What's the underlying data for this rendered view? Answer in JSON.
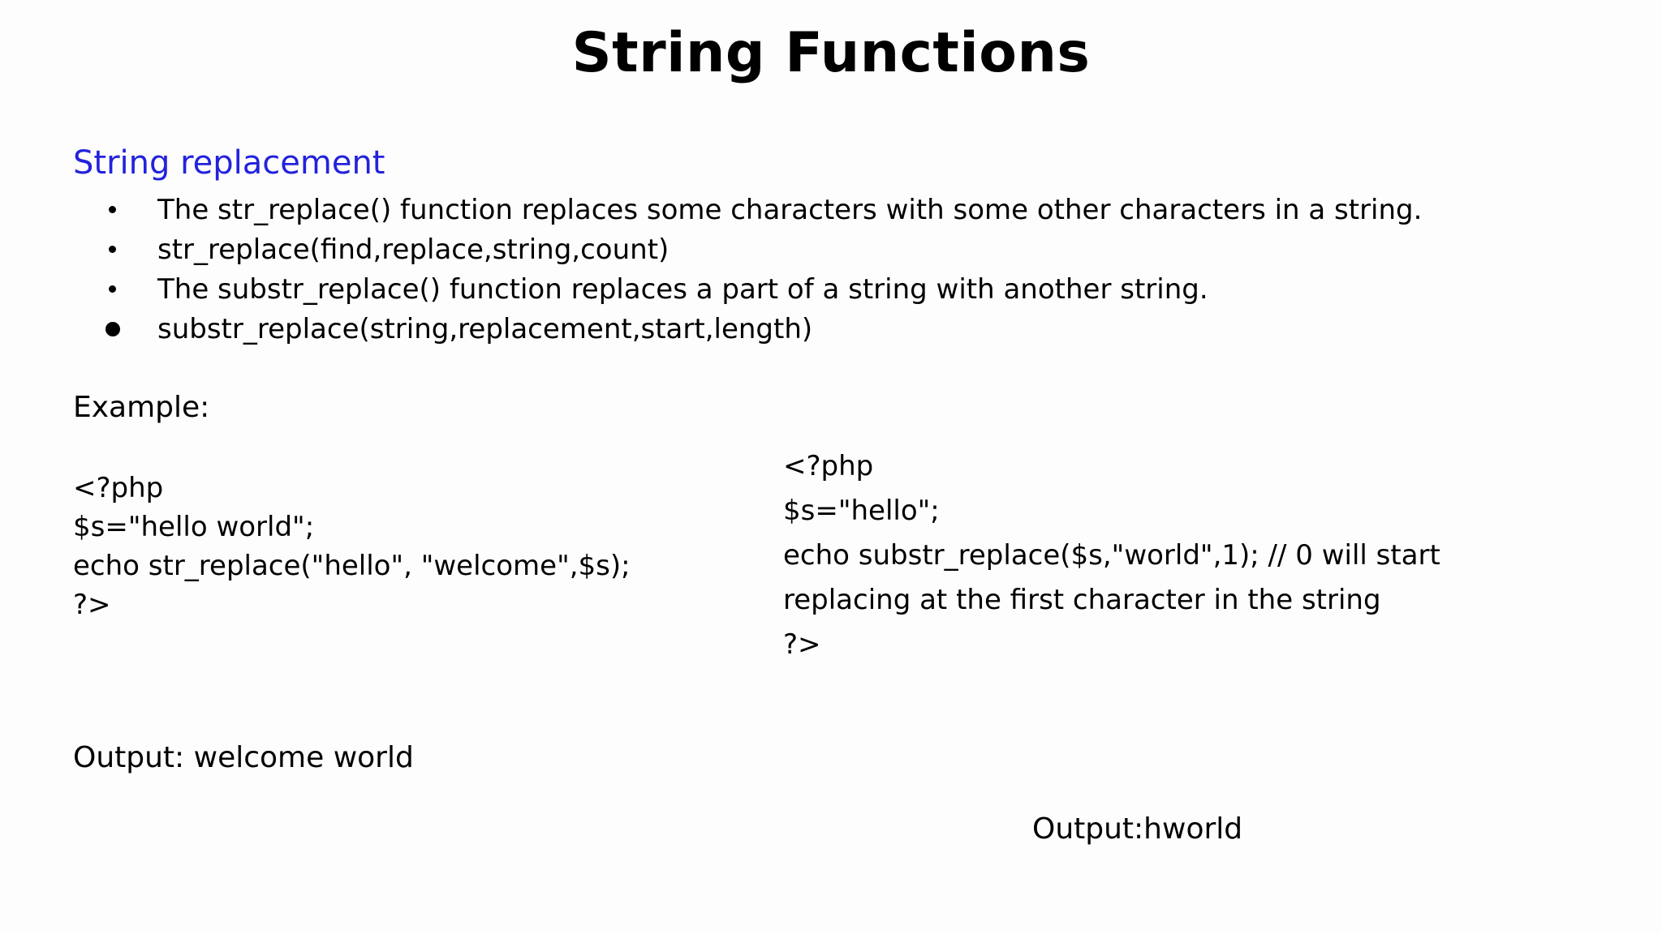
{
  "slide": {
    "title": "String Functions",
    "section_heading": "String replacement",
    "bullets": [
      {
        "text": "The str_replace() function replaces some characters with some other characters in a string."
      },
      {
        "text": "str_replace(find,replace,string,count)"
      },
      {
        "text": "The substr_replace() function replaces a part of a string with another string."
      },
      {
        "text": "substr_replace(string,replacement,start,length)"
      }
    ],
    "example_label": "Example:",
    "code_left": {
      "lines": [
        "<?php",
        "$s=\"hello world\";",
        "echo str_replace(\"hello\", \"welcome\",$s);",
        "?>"
      ]
    },
    "code_right": {
      "lines": [
        "<?php",
        "$s=\"hello\";",
        "echo substr_replace($s,\"world\",1); // 0 will start",
        "replacing at the first character in the string",
        "?>"
      ]
    },
    "output_left": "Output: welcome world",
    "output_right": "Output:hworld",
    "colors": {
      "background": "#fdfdfd",
      "text": "#000000",
      "heading_blue": "#2222dd"
    }
  }
}
